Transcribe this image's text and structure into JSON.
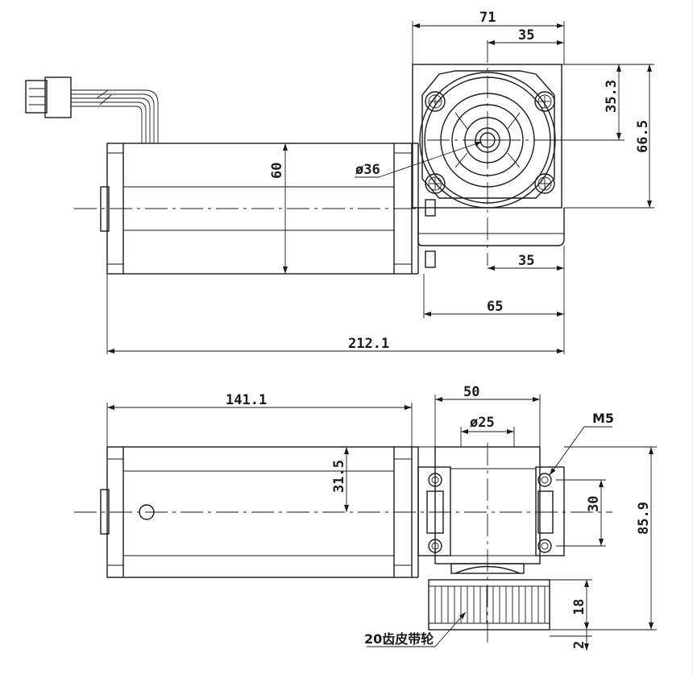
{
  "top_view": {
    "dim_width_total": "71",
    "dim_half_width": "35",
    "dim_flange_offset": "35.3",
    "dim_height": "66.5",
    "dim_motor_dia": "60",
    "dim_bore": "ø36",
    "dim_lower_half": "35",
    "dim_gearbox_length": "65",
    "dim_total_length": "212.1"
  },
  "bottom_view": {
    "dim_motor_length": "141.1",
    "dim_gear_width": "50",
    "dim_pulley_dia": "ø25",
    "thread_label": "M5",
    "dim_offset": "31.5",
    "dim_hole_spacing": "30",
    "dim_total_height": "85.9",
    "dim_pulley_width": "18",
    "dim_pulley_gap": "2",
    "pulley_label": "20齿皮带轮"
  }
}
